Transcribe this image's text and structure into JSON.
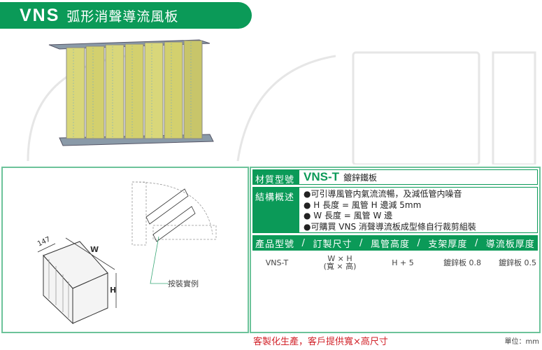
{
  "header": {
    "code": "VNS",
    "name": "弧形消聲導流風板"
  },
  "diagram": {
    "depth_label": "147",
    "width_label": "W",
    "height_label": "H",
    "install_label": "按裝實例"
  },
  "spec": {
    "material": {
      "label": "材質型號",
      "code": "VNS-T",
      "text": "鍍鋅鐵板"
    },
    "structure": {
      "label": "結構概述",
      "items": [
        "●可引導風管内氣流流暢，及減低管内噪音",
        "● H 長度 = 風管 H 邊減 5mm",
        "● W 長度 = 風管 W 邊",
        "●可購買 VNS 消聲導流板成型條自行裁剪組裝"
      ]
    },
    "columns": [
      "產品型號",
      "/",
      "訂製尺寸",
      "/",
      "風管高度",
      "/",
      "支架厚度",
      "/",
      "導流板厚度"
    ],
    "row": {
      "model": "VNS-T",
      "size_1": "W × H",
      "size_2": "(寬 × 高)",
      "duct_height": "H + 5",
      "bracket": "鍍鋅板 0.8",
      "plate": "鍍鋅板 0.5"
    }
  },
  "footer": {
    "note": "客製化生產，客戶提供寬×高尺寸",
    "unit": "單位：mm"
  },
  "colors": {
    "brand": "#0b9a58",
    "border": "#6cc39a",
    "note": "#d2232a"
  }
}
